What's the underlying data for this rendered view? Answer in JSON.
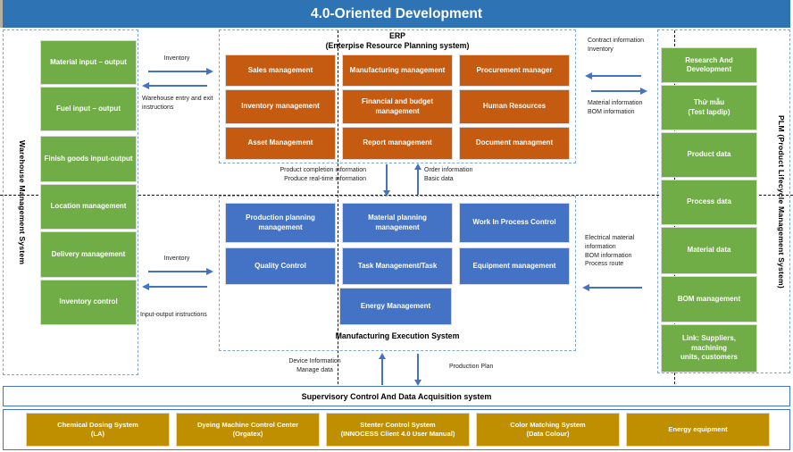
{
  "title": "4.0-Oriented Development",
  "colors": {
    "banner": "#2E74B5",
    "wms_plm_green": "#70AD47",
    "erp_orange": "#C55A11",
    "mes_blue": "#4472C4",
    "device_gold": "#BF8F00",
    "arrow_blue": "#4472C4",
    "frame_dash_blue": "#7EA6D8"
  },
  "wms": {
    "label": "Warehouse Management System",
    "boxes": [
      "Material input – output",
      "Fuel input – output",
      "Finish goods input-output",
      "Location management",
      "Delivery management",
      "Inventory control"
    ]
  },
  "erp": {
    "title": "ERP",
    "subtitle": "(Enterpise Resource Planning system)",
    "boxes": [
      "Sales management",
      "Manufacturing management",
      "Procurement manager",
      "Inventory management",
      "Financial and budget\nmanagement",
      "Human Resources",
      "Asset Management",
      "Report management",
      "Document managment"
    ]
  },
  "mes": {
    "title": "Manufacturing Execution System",
    "boxes": [
      "Production planning\nmanagement",
      "Material planning\nmanagement",
      "Work In Process Control",
      "Quality Control",
      "Task Management/Task",
      "Equipment management"
    ],
    "energy": "Energy Management"
  },
  "plm": {
    "label": "PLM (Product Lifecycle Management System)",
    "boxes": [
      "Research And Development",
      "Thử mẫu\n(Test lapdip)",
      "Product data",
      "Process data",
      "Material data",
      "BOM management",
      "Link: Suppliers, machining\nunits, customers"
    ]
  },
  "flows": {
    "wms_erp_top": "Inventory",
    "wms_erp_bottom": "Warehouse entry and exit\ninstructions",
    "wms_mes_top": "Inventory",
    "wms_mes_bottom": "Input-output  instructions",
    "erp_mes_left": "Product completion information\nProduce real-time information",
    "erp_mes_right": "Order information\nBasic data",
    "erp_plm_top": "Contract information\nInventory",
    "erp_plm_bottom": "Material information\nBOM information",
    "mes_plm": "Electrical material\ninformation\nBOM information\nProcess route",
    "mes_scada_left": "Device Information\nManage data",
    "mes_scada_right": "Production Plan"
  },
  "scada": {
    "title": "Supervisory Control And Data Acquisition system"
  },
  "devices": {
    "boxes": [
      "Chemical Dosing System\n(LA)",
      "Dyeing Machine Control Center\n(Orgatex)",
      "Stenter Control System\n(INNOCESS Client 4.0 User Manual)",
      "Color Matching System\n(Data Colour)",
      "Energy equipment"
    ]
  }
}
